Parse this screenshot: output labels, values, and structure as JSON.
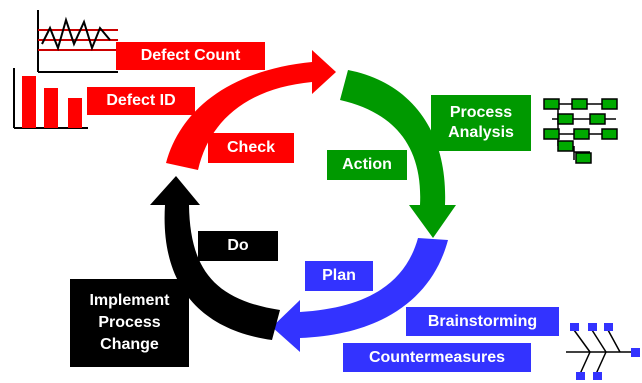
{
  "colors": {
    "check": "#ff0000",
    "action": "#009900",
    "plan": "#3333ff",
    "do": "#000000",
    "chart_line": "#cc0000",
    "flow_box": "#00aa00",
    "fishbone_box": "#3333ff"
  },
  "cycle": {
    "check_label": "Check",
    "action_label": "Action",
    "plan_label": "Plan",
    "do_label": "Do"
  },
  "tools": {
    "defect_count": "Defect Count",
    "defect_id": "Defect ID",
    "process_analysis_line1": "Process",
    "process_analysis_line2": "Analysis",
    "brainstorming": "Brainstorming",
    "countermeasures": "Countermeasures",
    "implement_line1": "Implement",
    "implement_line2": "Process",
    "implement_line3": "Change"
  },
  "icons": {
    "control_chart": "control-chart-icon",
    "pareto_chart": "pareto-chart-icon",
    "flowchart": "flowchart-icon",
    "fishbone": "fishbone-diagram-icon"
  }
}
